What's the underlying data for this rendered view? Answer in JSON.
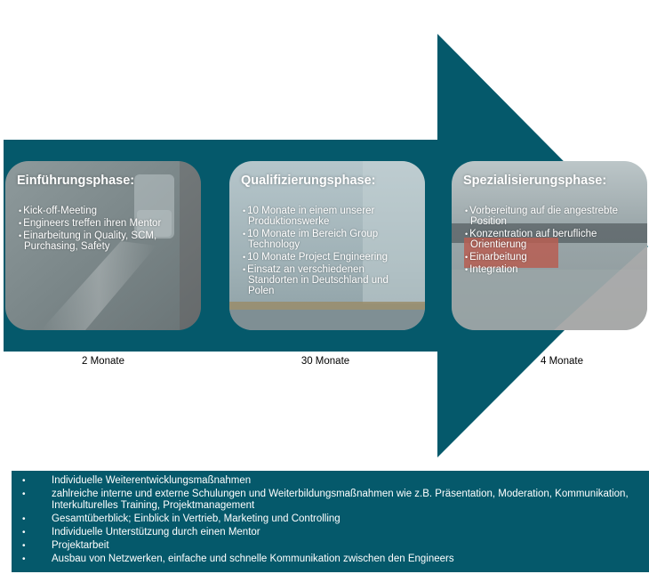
{
  "colors": {
    "teal": "#05596b",
    "text_light": "#ffffff",
    "text_dark": "#000000"
  },
  "phases": [
    {
      "title": "Einführungsphase:",
      "items": [
        "Kick-off-Meeting",
        "Engineers treffen ihren Mentor",
        "Einarbeitung in Quality, SCM, Purchasing, Safety"
      ],
      "duration": "2 Monate"
    },
    {
      "title": "Qualifizierungsphase:",
      "items": [
        "10 Monate in einem unserer Produktionswerke",
        "10 Monate im Bereich Group Technology",
        "10 Monate Project Engineering",
        "Einsatz an verschiedenen Standorten in Deutschland und Polen"
      ],
      "duration": "30 Monate"
    },
    {
      "title": "Spezialisierungsphase:",
      "items": [
        "Vorbereitung auf die angestrebte Position",
        "Konzentration auf berufliche Orientierung",
        "Einarbeitung",
        "Integration"
      ],
      "duration": "4 Monate"
    }
  ],
  "benefits": [
    "Individuelle Weiterentwicklungsmaßnahmen",
    "zahlreiche interne und externe Schulungen und Weiterbildungsmaßnahmen wie z.B. Präsentation, Moderation, Kommunikation, Interkulturelles Training, Projektmanagement",
    "Gesamtüberblick; Einblick in Vertrieb, Marketing und Controlling",
    "Individuelle Unterstützung durch einen Mentor",
    "Projektarbeit",
    "Ausbau von Netzwerken, einfache und schnelle Kommunikation zwischen den Engineers"
  ]
}
